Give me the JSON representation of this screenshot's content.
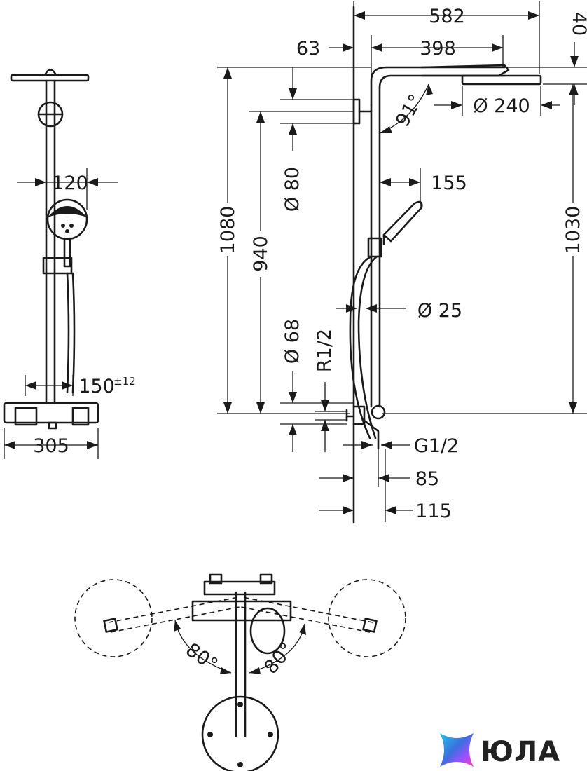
{
  "dimensions": {
    "overall_width": "582",
    "offset_63": "63",
    "arm_398": "398",
    "head_thickness": "40",
    "head_diameter": "Ø 240",
    "angle_91": "91°",
    "flange_80": "Ø 80",
    "hand_reach": "155",
    "height_1080": "1080",
    "height_940": "940",
    "height_1030": "1030",
    "pipe_25": "Ø 25",
    "flange_68": "Ø 68",
    "thread_r12": "R1/2",
    "thread_g12": "G1/2",
    "depth_85": "85",
    "depth_115": "115",
    "handshower_120": "120",
    "spacing_150": "150",
    "spacing_tol": "±12",
    "mixer_width": "305",
    "swivel_left": "80°",
    "swivel_right": "80°"
  },
  "brand": {
    "name": "ЮЛА",
    "colors": [
      "#3b6fe0",
      "#22c3e6",
      "#ff3fa4",
      "#a64dff"
    ]
  }
}
